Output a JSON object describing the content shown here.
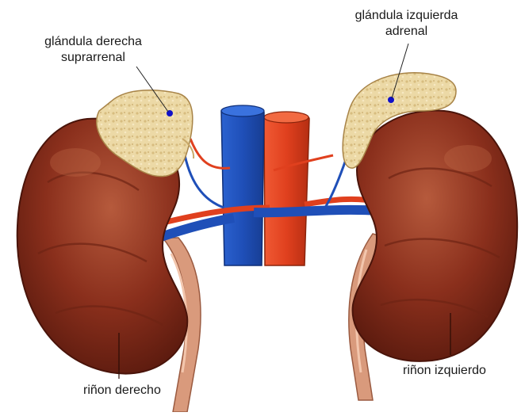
{
  "labels": {
    "right_adrenal_line1": "glándula derecha",
    "right_adrenal_line2": "suprarrenal",
    "left_adrenal_line1": "glándula izquierda",
    "left_adrenal_line2": "adrenal",
    "right_kidney": "riñon derecho",
    "left_kidney": "riñon izquierdo"
  },
  "colors": {
    "kidney": "#8a2f1c",
    "kidney_highlight": "#b65a3c",
    "kidney_shadow": "#5a1a0e",
    "adrenal": "#ecd9a6",
    "adrenal_spot": "#c9a96a",
    "vein": "#1f4fb8",
    "artery": "#e0401e",
    "ureter": "#d99a7c",
    "marker": "#1010c8"
  }
}
